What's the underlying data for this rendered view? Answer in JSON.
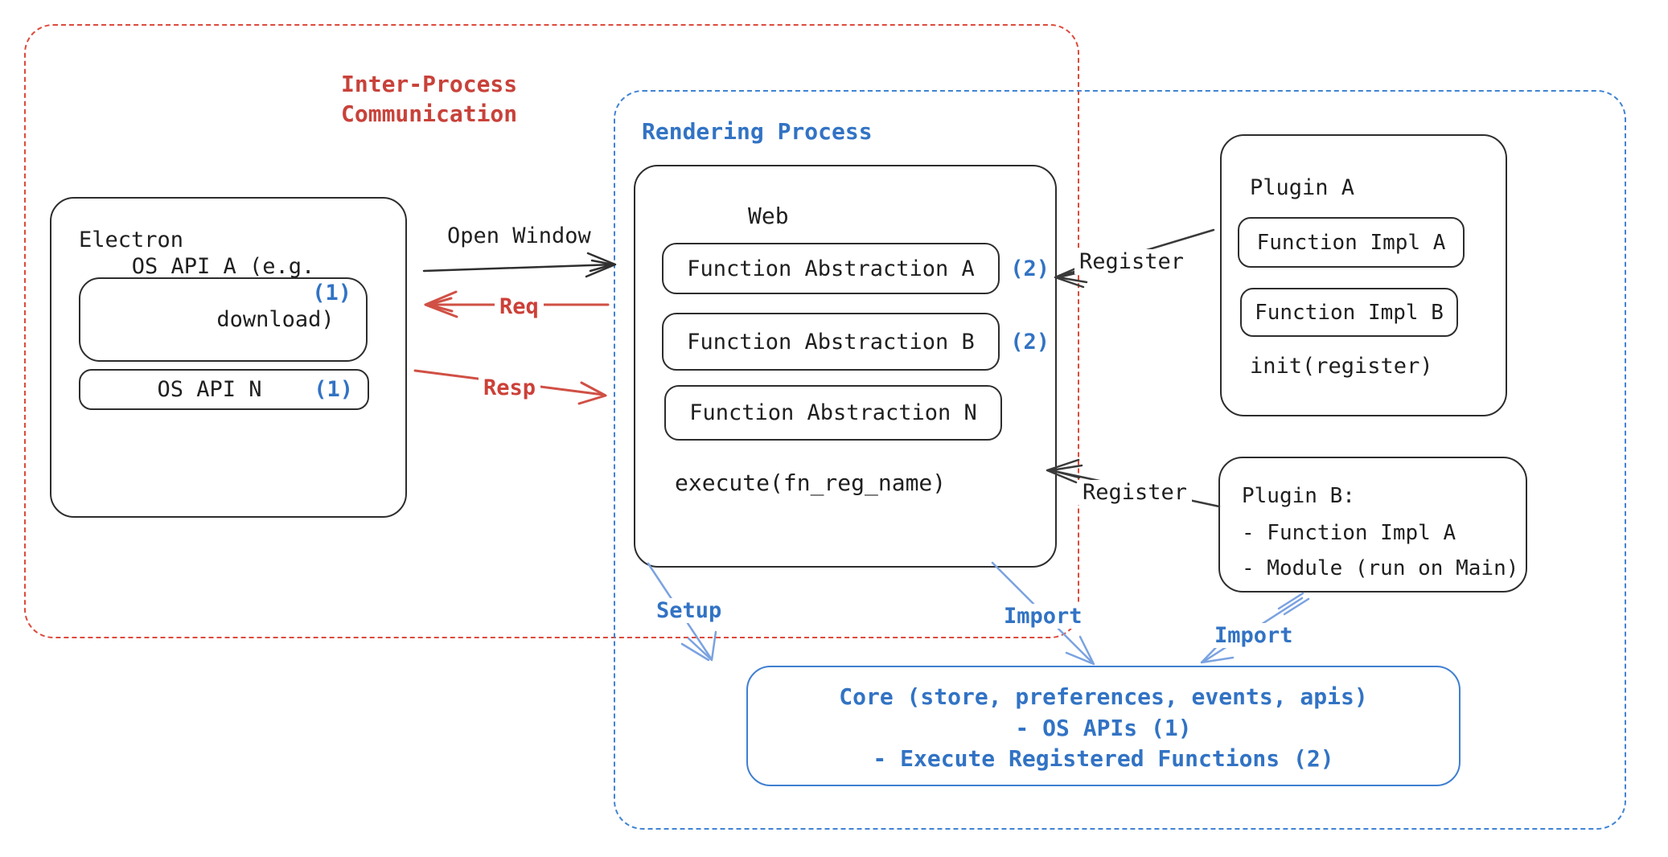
{
  "colors": {
    "red_text": "#c8423a",
    "red_dash": "#dd4a3c",
    "red_arrow": "#d05045",
    "blue_text": "#3273c4",
    "blue_dash": "#4183d3",
    "blue_arrow": "#7aa2e0",
    "ink": "#1f1f1f"
  },
  "ipc_region": {
    "line1": "Inter-Process",
    "line2": "Communication"
  },
  "rendering_region": {
    "label": "Rendering Process"
  },
  "electron": {
    "title": "Electron",
    "os_api_a": {
      "line1": "OS API A (e.g.",
      "line2": "download)",
      "badge": "(1)"
    },
    "os_api_n": {
      "label": "OS API N",
      "badge": "(1)"
    }
  },
  "web": {
    "title": "Web",
    "items": [
      {
        "label": "Function Abstraction A",
        "badge": "(2)"
      },
      {
        "label": "Function Abstraction B",
        "badge": "(2)"
      },
      {
        "label": "Function Abstraction N",
        "badge": ""
      }
    ],
    "execute": "execute(fn_reg_name)"
  },
  "plugin_a": {
    "title": "Plugin A",
    "impl_a": "Function Impl A",
    "impl_b": "Function Impl B",
    "init": "init(register)"
  },
  "plugin_b": {
    "title": "Plugin B:",
    "item1": "- Function Impl A",
    "item2": "- Module (run on Main)"
  },
  "core": {
    "line1": "Core (store, preferences, events, apis)",
    "line2": "- OS APIs (1)",
    "line3": "- Execute Registered Functions (2)"
  },
  "arrows": {
    "open_window": "Open Window",
    "req": "Req",
    "resp": "Resp",
    "register_top": "Register",
    "register_bottom": "Register",
    "setup": "Setup",
    "import_web": "Import",
    "import_plugin_b": "Import"
  }
}
